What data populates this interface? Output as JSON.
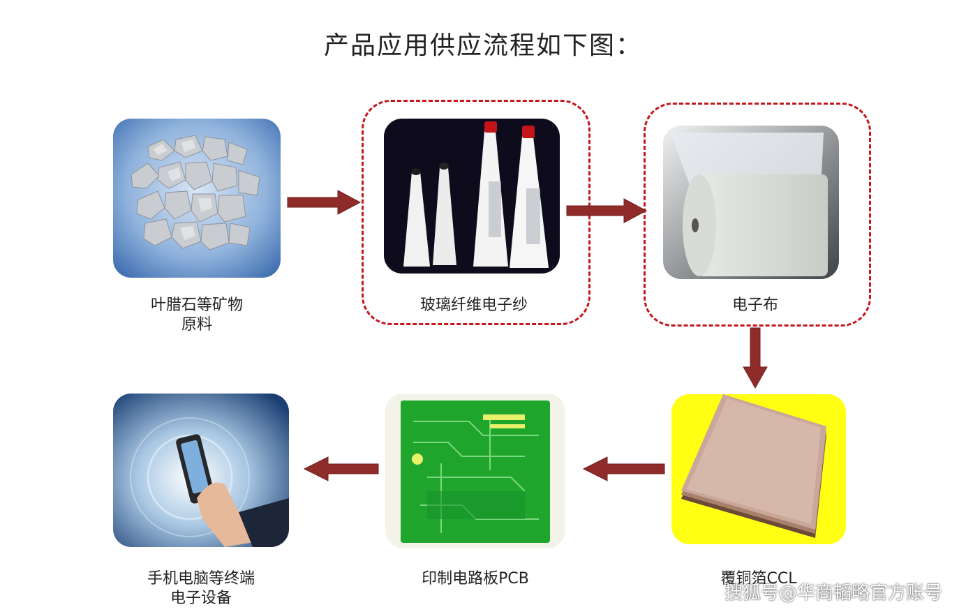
{
  "title": "产品应用供应流程如下图：",
  "nodes": {
    "raw": {
      "label": "叶腊石等矿物\n原料",
      "icon": "mineral-rocks"
    },
    "yarn": {
      "label": "玻璃纤维电子纱",
      "icon": "yarn-spools"
    },
    "cloth": {
      "label": "电子布",
      "icon": "fabric-roll"
    },
    "ccl": {
      "label": "覆铜箔CCL",
      "icon": "copper-clad-laminate"
    },
    "pcb": {
      "label": "印制电路板PCB",
      "icon": "circuit-board"
    },
    "device": {
      "label": "手机电脑等终端\n电子设备",
      "icon": "smartphone-hand"
    }
  },
  "watermark": "搜狐号@华商韬略官方账号",
  "colors": {
    "arrow": "#8f2c2a",
    "dash": "#c4161c"
  }
}
